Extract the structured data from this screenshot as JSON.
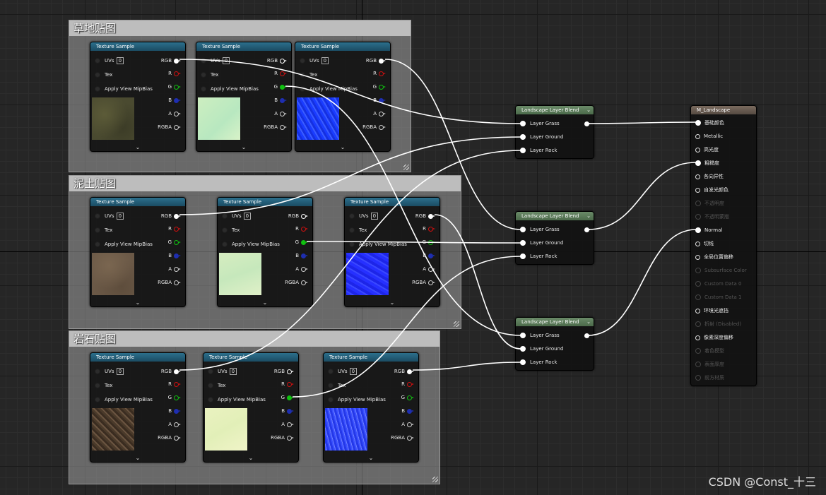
{
  "comments": {
    "grass": "草地贴图",
    "dirt": "泥土贴图",
    "rock": "岩石贴图"
  },
  "texture_node": {
    "title": "Texture Sample",
    "uvs_label": "UVs",
    "uvs_value": "0",
    "tex_label": "Tex",
    "mip_label": "Apply View MipBias",
    "out_rgb": "RGB",
    "out_r": "R",
    "out_g": "G",
    "out_b": "B",
    "out_a": "A",
    "out_rgba": "RGBA"
  },
  "blend_node": {
    "title": "Landscape Layer Blend",
    "layers": [
      "Layer Grass",
      "Layer Ground",
      "Layer Rock"
    ]
  },
  "material_node": {
    "title": "M_Landscape",
    "inputs": [
      {
        "label": "基础颜色",
        "state": "connected"
      },
      {
        "label": "Metallic",
        "state": "open"
      },
      {
        "label": "高光度",
        "state": "open"
      },
      {
        "label": "粗糙度",
        "state": "connected"
      },
      {
        "label": "各向异性",
        "state": "open"
      },
      {
        "label": "自发光颜色",
        "state": "open"
      },
      {
        "label": "不透明度",
        "state": "disabled"
      },
      {
        "label": "不透明蒙版",
        "state": "disabled"
      },
      {
        "label": "Normal",
        "state": "connected"
      },
      {
        "label": "切线",
        "state": "open"
      },
      {
        "label": "全局位置偏移",
        "state": "open"
      },
      {
        "label": "Subsurface Color",
        "state": "disabled"
      },
      {
        "label": "Custom Data 0",
        "state": "disabled"
      },
      {
        "label": "Custom Data 1",
        "state": "disabled"
      },
      {
        "label": "环境光遮挡",
        "state": "open"
      },
      {
        "label": "折射 (Disabled)",
        "state": "disabled"
      },
      {
        "label": "像素深度偏移",
        "state": "open"
      },
      {
        "label": "着色模型",
        "state": "disabled"
      },
      {
        "label": "表面厚度",
        "state": "disabled"
      },
      {
        "label": "前方材质",
        "state": "disabled"
      }
    ]
  },
  "watermark": "CSDN @Const_十三",
  "colors": {
    "texture_header": "#2c6f8c",
    "blend_header": "#6a8a68",
    "material_header": "#7a6a5e",
    "wire": "#ffffff"
  }
}
